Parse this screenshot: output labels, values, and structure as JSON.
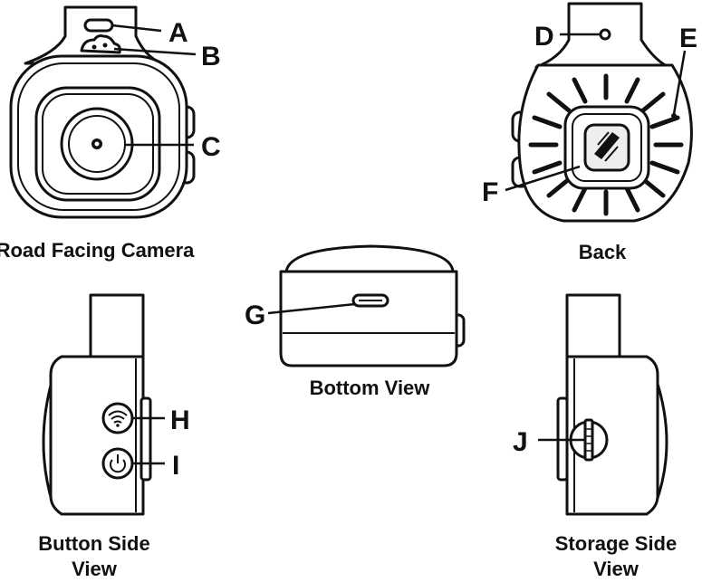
{
  "callouts": {
    "a": "A",
    "b": "B",
    "c": "C",
    "d": "D",
    "e": "E",
    "f": "F",
    "g": "G",
    "h": "H",
    "i": "I",
    "j": "J"
  },
  "captions": {
    "road_facing": "Road Facing Camera",
    "back": "Back",
    "bottom": "Bottom View",
    "button_side_line1": "Button Side",
    "button_side_line2": "View",
    "storage_side_line1": "Storage Side",
    "storage_side_line2": "View"
  },
  "icons": {
    "wifi_button": "wifi-icon",
    "power_button": "power-icon",
    "lens": "camera-lens-icon",
    "mount_logo": "magnetic-mount-logo-icon"
  }
}
